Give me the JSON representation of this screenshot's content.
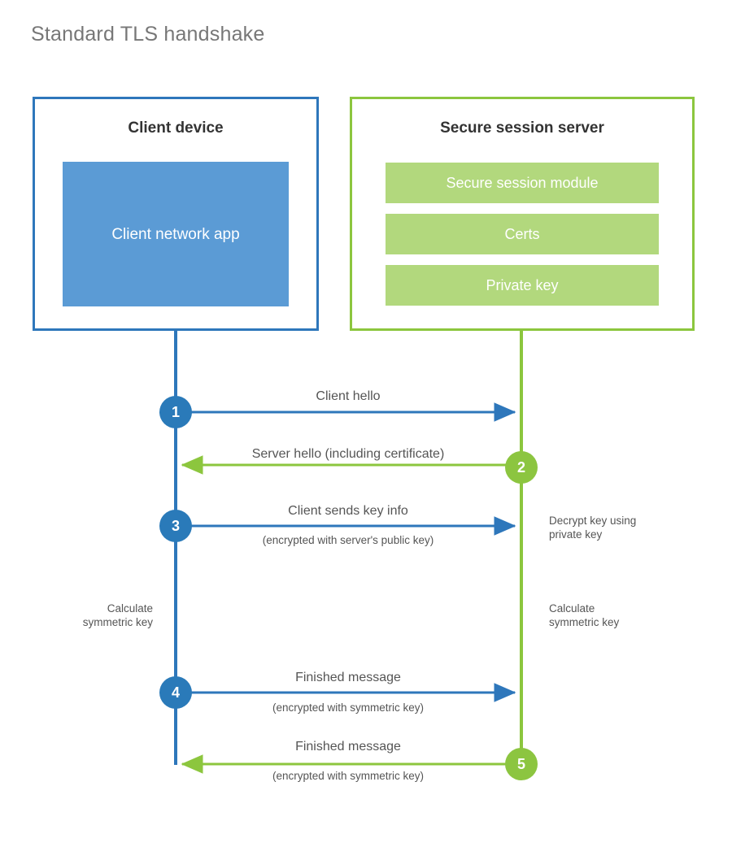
{
  "page": {
    "title": "Standard TLS handshake",
    "background": "#ffffff"
  },
  "colors": {
    "client_border": "#2e77bb",
    "client_fill": "#5b9bd5",
    "client_line": "#2e77bb",
    "client_circle": "#2a7ab9",
    "server_border": "#8cc63e",
    "server_fill": "#b2d87d",
    "server_line": "#8cc63e",
    "server_circle": "#8cc540",
    "text": "#555555",
    "title_text": "#777777"
  },
  "actors": {
    "client": {
      "title": "Client device",
      "component": "Client network app"
    },
    "server": {
      "title": "Secure session server",
      "components": [
        "Secure session module",
        "Certs",
        "Private key"
      ]
    }
  },
  "messages": [
    {
      "step": "1",
      "label": "Client hello",
      "sublabel": "",
      "direction": "client-to-server",
      "color": "#2e77bb"
    },
    {
      "step": "2",
      "label": "Server hello (including certificate)",
      "sublabel": "",
      "direction": "server-to-client",
      "color": "#8cc63e"
    },
    {
      "step": "3",
      "label": "Client sends key info",
      "sublabel": "(encrypted with server's public key)",
      "direction": "client-to-server",
      "color": "#2e77bb"
    },
    {
      "step": "4",
      "label": "Finished message",
      "sublabel": "(encrypted with symmetric key)",
      "direction": "client-to-server",
      "color": "#2e77bb"
    },
    {
      "step": "5",
      "label": "Finished message",
      "sublabel": "(encrypted with symmetric key)",
      "direction": "server-to-client",
      "color": "#8cc63e"
    }
  ],
  "notes": {
    "server_decrypt": "Decrypt key using\nprivate key",
    "server_decrypt_line1": "Decrypt key using",
    "server_decrypt_line2": "private key",
    "client_calculate_line1": "Calculate",
    "client_calculate_line2": "symmetric key",
    "server_calculate_line1": "Calculate",
    "server_calculate_line2": "symmetric key"
  }
}
